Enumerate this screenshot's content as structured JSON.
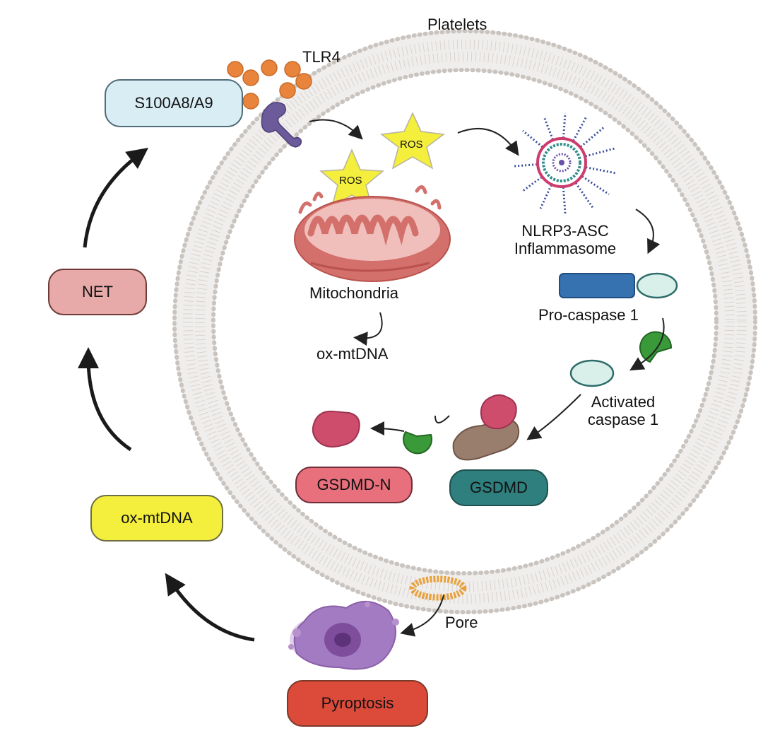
{
  "title": "Platelets",
  "receptor": "TLR4",
  "nodes": {
    "s100": "S100A8/A9",
    "net": "NET",
    "oxmtdna_box": "ox-mtDNA",
    "pyroptosis": "Pyroptosis",
    "gsdmd_n": "GSDMD-N",
    "gsdmd": "GSDMD"
  },
  "labels": {
    "ros1": "ROS",
    "ros2": "ROS",
    "mitochondria": "Mitochondria",
    "oxmtdna": "ox-mtDNA",
    "nlrp3_line1": "NLRP3-ASC",
    "nlrp3_line2": "Inflammasome",
    "procaspase": "Pro-caspase 1",
    "activated_line1": "Activated",
    "activated_line2": "caspase 1",
    "pore": "Pore"
  },
  "colors": {
    "s100": "#d9edf5",
    "net": "#e8a9a9",
    "oxmtdna_box": "#f4ee3c",
    "pyroptosis": "#dc4a3a",
    "gsdmd_n": "#e86f7c",
    "gsdmd": "#2e7f7d",
    "membrane": "#cfcac6",
    "ros": "#f4ee3c",
    "orange_ball": "#e8843c",
    "green": "#3a9a3a"
  }
}
